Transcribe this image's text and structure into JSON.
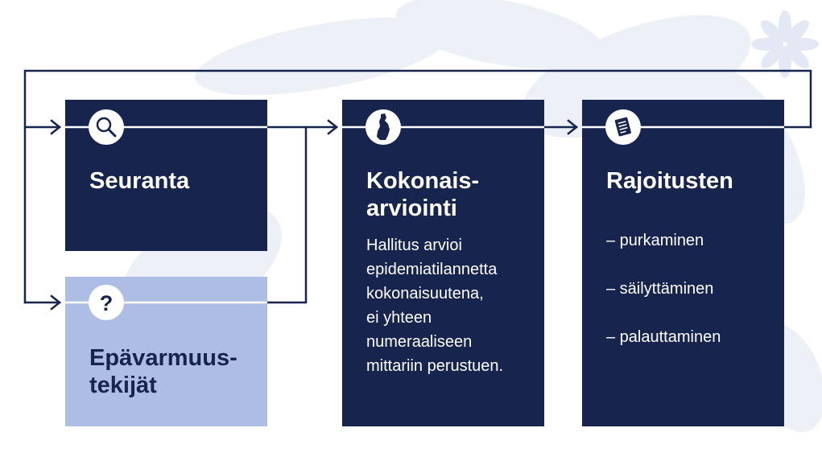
{
  "colors": {
    "navy": "#17244d",
    "light_blue": "#adbde3",
    "white": "#ffffff"
  },
  "boxes": {
    "seuranta": {
      "title": "Seuranta",
      "icon": "magnifier-icon"
    },
    "epavarmuus": {
      "title": "Epävarmuus-\ntekijät",
      "icon": "question-mark-icon",
      "icon_glyph": "?"
    },
    "kokonais": {
      "title": "Kokonais-\narviointi",
      "body": "Hallitus arvioi\nepidemiatilannetta\nkokonaisuutena,\nei yhteen\nnumeraaliseen\nmittariin perustuen.",
      "icon": "finland-map-icon"
    },
    "rajoitus": {
      "title": "Rajoitusten",
      "items": [
        "– purkaminen",
        "– säilyttäminen",
        "– palauttaminen"
      ],
      "icon": "document-icon"
    }
  }
}
